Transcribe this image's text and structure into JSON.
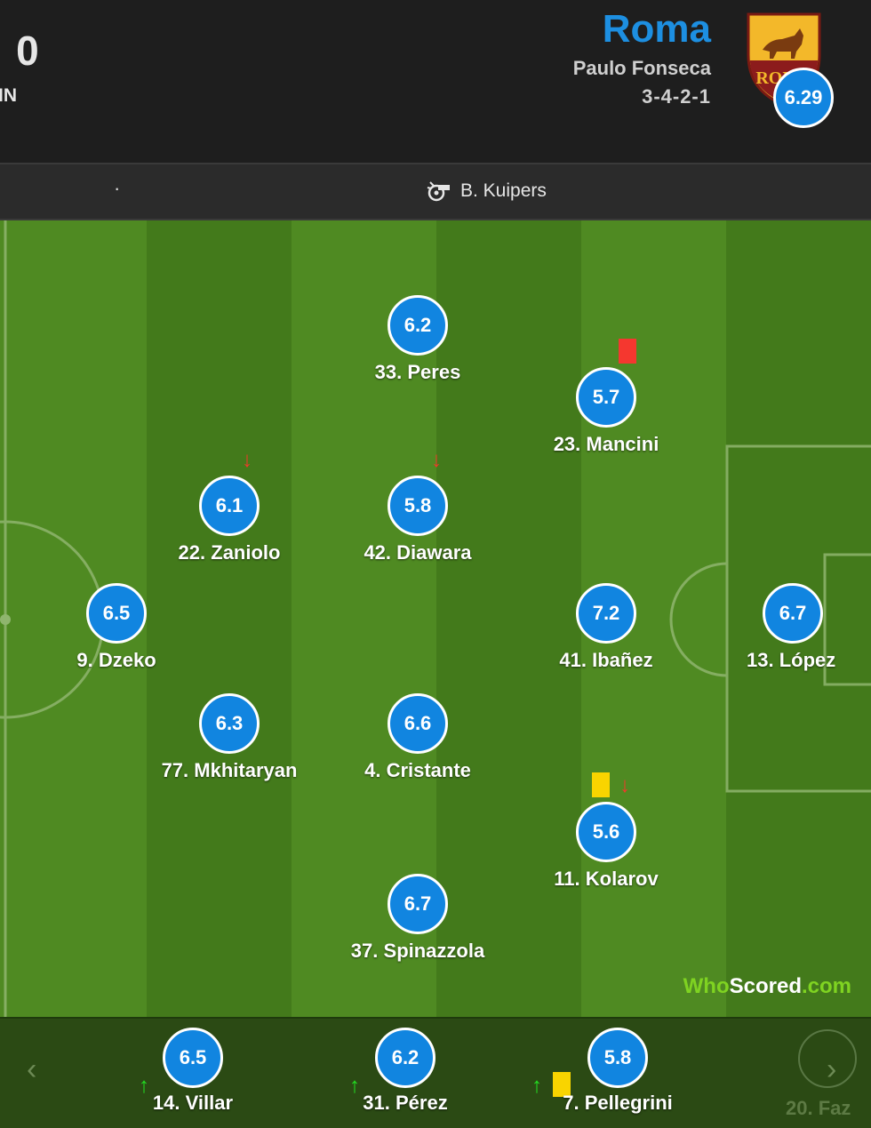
{
  "header": {
    "score_partial": ": 0",
    "score_sub": "IN",
    "team": {
      "name": "Roma",
      "manager": "Paulo Fonseca",
      "formation": "3-4-2-1",
      "rating": "6.29",
      "crest_icon": "roma-crest-icon",
      "crest_text": "ROMA"
    }
  },
  "infobar": {
    "dot": "·",
    "referee_icon": "whistle-icon",
    "referee": "B. Kuipers"
  },
  "colors": {
    "accent": "#1185e0",
    "team_name": "#1d8fe1",
    "pitch_light": "#4f8a22",
    "pitch_dark": "#437a1b",
    "red_card": "#f5372f",
    "yellow_card": "#f9d400",
    "sub_off": "#f0392b",
    "sub_on": "#22dd22"
  },
  "players": [
    {
      "number": "33.",
      "name": "Peres",
      "rating": "6.2"
    },
    {
      "number": "23.",
      "name": "Mancini",
      "rating": "5.7",
      "card": "red"
    },
    {
      "number": "22.",
      "name": "Zaniolo",
      "rating": "6.1",
      "subbed_off": true
    },
    {
      "number": "42.",
      "name": "Diawara",
      "rating": "5.8",
      "subbed_off": true
    },
    {
      "number": "9.",
      "name": "Dzeko",
      "rating": "6.5"
    },
    {
      "number": "41.",
      "name": "Ibañez",
      "rating": "7.2"
    },
    {
      "number": "13.",
      "name": "López",
      "rating": "6.7"
    },
    {
      "number": "77.",
      "name": "Mkhitaryan",
      "rating": "6.3"
    },
    {
      "number": "4.",
      "name": "Cristante",
      "rating": "6.6"
    },
    {
      "number": "11.",
      "name": "Kolarov",
      "rating": "5.6",
      "card": "yellow",
      "subbed_off": true
    },
    {
      "number": "37.",
      "name": "Spinazzola",
      "rating": "6.7"
    }
  ],
  "bench": {
    "prev_icon": "chevron-left-icon",
    "next_icon": "chevron-right-icon",
    "prev_glyph": "‹",
    "next_glyph": "›",
    "players": [
      {
        "number": "14.",
        "name": "Villar",
        "rating": "6.5",
        "subbed_on": true
      },
      {
        "number": "31.",
        "name": "Pérez",
        "rating": "6.2",
        "subbed_on": true
      },
      {
        "number": "7.",
        "name": "Pellegrini",
        "rating": "5.8",
        "subbed_on": true,
        "card": "yellow"
      }
    ],
    "partial_player": "20. Faz"
  },
  "watermark": {
    "part1": "Who",
    "part2": "Scored",
    "part3": ".com"
  },
  "icons": {
    "arrow_down": "↓",
    "arrow_up": "↑"
  }
}
